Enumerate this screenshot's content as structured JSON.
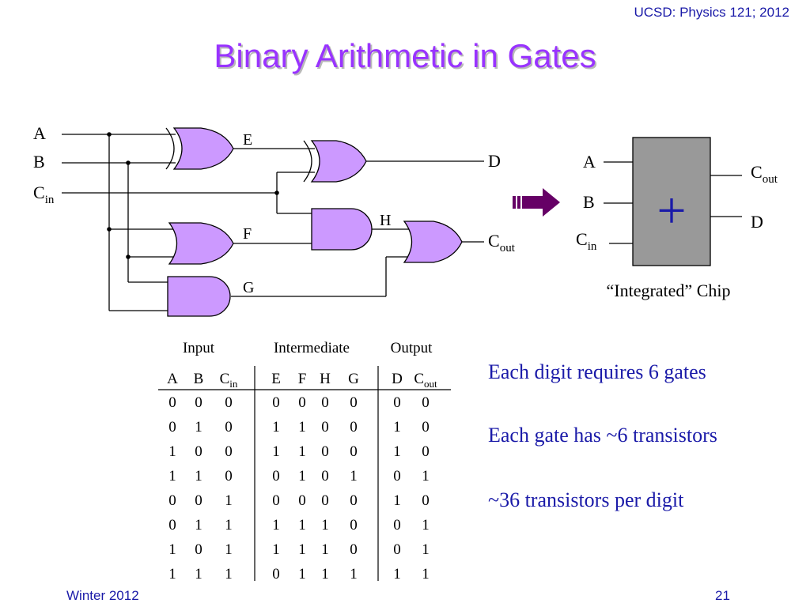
{
  "header_note": "UCSD: Physics 121; 2012",
  "title": "Binary Arithmetic in Gates",
  "circuit": {
    "inputs": {
      "a": "A",
      "b": "B",
      "c_main": "C",
      "c_sub": "in"
    },
    "gate_labels": {
      "e": "E",
      "f": "F",
      "g": "G",
      "h": "H"
    },
    "outputs": {
      "d": "D",
      "c_main": "C",
      "c_sub": "out"
    }
  },
  "chip": {
    "inputs": {
      "a": "A",
      "b": "B",
      "c_main": "C",
      "c_sub": "in"
    },
    "outputs": {
      "c_main": "C",
      "c_sub": "out",
      "d": "D"
    },
    "symbol": "+",
    "caption": "“Integrated” Chip",
    "body_color": "#999999"
  },
  "truth_table": {
    "group_headers": [
      "Input",
      "Intermediate",
      "Output"
    ],
    "columns": [
      {
        "main": "A",
        "sub": ""
      },
      {
        "main": "B",
        "sub": ""
      },
      {
        "main": "C",
        "sub": "in"
      },
      {
        "main": "E",
        "sub": ""
      },
      {
        "main": "F",
        "sub": ""
      },
      {
        "main": "H",
        "sub": ""
      },
      {
        "main": "G",
        "sub": ""
      },
      {
        "main": "D",
        "sub": ""
      },
      {
        "main": "C",
        "sub": "out"
      }
    ],
    "rows": [
      [
        "0",
        "0",
        "0",
        "0",
        "0",
        "0",
        "0",
        "0",
        "0"
      ],
      [
        "0",
        "1",
        "0",
        "1",
        "1",
        "0",
        "0",
        "1",
        "0"
      ],
      [
        "1",
        "0",
        "0",
        "1",
        "1",
        "0",
        "0",
        "1",
        "0"
      ],
      [
        "1",
        "1",
        "0",
        "0",
        "1",
        "0",
        "1",
        "0",
        "1"
      ],
      [
        "0",
        "0",
        "1",
        "0",
        "0",
        "0",
        "0",
        "1",
        "0"
      ],
      [
        "0",
        "1",
        "1",
        "1",
        "1",
        "1",
        "0",
        "0",
        "1"
      ],
      [
        "1",
        "0",
        "1",
        "1",
        "1",
        "1",
        "0",
        "0",
        "1"
      ],
      [
        "1",
        "1",
        "1",
        "0",
        "1",
        "1",
        "1",
        "1",
        "1"
      ]
    ]
  },
  "notes": [
    "Each digit requires 6 gates",
    "Each gate has ~6 transistors",
    "~36 transistors per digit"
  ],
  "footer": {
    "left": "Winter 2012",
    "right": "21"
  },
  "colors": {
    "text_blue": "#1a1aa8",
    "title_purple": "#9933ff",
    "gate_fill": "#cc99ff",
    "arrow": "#660066"
  }
}
